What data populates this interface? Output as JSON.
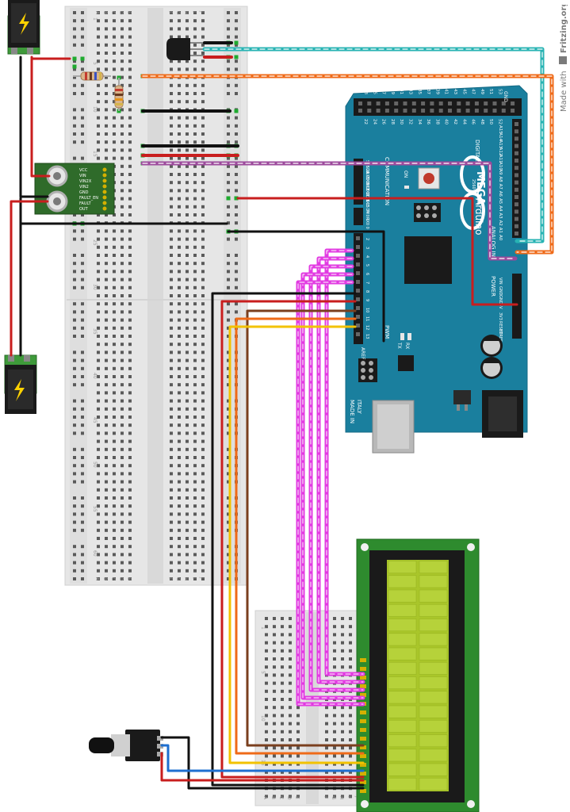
{
  "credit": {
    "prefix": "Made with",
    "brand": "Fritzing.org"
  },
  "arduino": {
    "brand": "Arduino",
    "model": "MEGA",
    "model_suffix": "2560",
    "made_in": "MADE IN",
    "made_country": "ITALY",
    "header_digital": "DIGITAL",
    "header_analog": "ANALOG IN",
    "header_power": "POWER",
    "header_pwm": "PWM",
    "header_communication": "COMMUNICATION",
    "on_label": "ON",
    "tx_label": "TX",
    "rx_label": "RX",
    "aref_label": "AREF",
    "gnd_label": "GND",
    "digital_top_numbers": [
      "22",
      "24",
      "26",
      "28",
      "30",
      "32",
      "34",
      "36",
      "38",
      "40",
      "42",
      "44",
      "46",
      "48",
      "50",
      "52"
    ],
    "digital_bottom_numbers": [
      "23",
      "25",
      "27",
      "29",
      "31",
      "33",
      "35",
      "37",
      "39",
      "41",
      "43",
      "45",
      "47",
      "49",
      "51",
      "53"
    ],
    "comm_labels": [
      "SCL 21",
      "SDA 20",
      "RX1 19",
      "TX1 18",
      "RX2 17",
      "TX2 16",
      "RX3 15",
      "TX3 14"
    ],
    "serial_labels": [
      "TX0 1",
      "RX0 0"
    ],
    "pwm_numbers": [
      "2",
      "3",
      "4",
      "5",
      "6",
      "7",
      "8",
      "9",
      "10",
      "11",
      "12",
      "13"
    ],
    "analog_labels": [
      "A15",
      "A14",
      "A13",
      "A12",
      "A11",
      "A10",
      "A9",
      "A8",
      "A7",
      "A6",
      "A5",
      "A4",
      "A3",
      "A2",
      "A1",
      "A0"
    ],
    "power_labels": [
      "VIN",
      "GND",
      "GND",
      "5V",
      "3V3",
      "RESET",
      "IOREF"
    ]
  },
  "breadboard_main": {
    "row_letters": [
      "A",
      "B",
      "C",
      "D",
      "E",
      "F",
      "G",
      "H",
      "I",
      "J"
    ],
    "row_numbers": [
      "1",
      "5",
      "10",
      "15",
      "20",
      "25",
      "30",
      "35",
      "40",
      "45",
      "50",
      "55",
      "60"
    ]
  },
  "breadboard_small": {
    "row_letters": [
      "A",
      "B",
      "C",
      "D",
      "E",
      "F",
      "G",
      "H",
      "I",
      "J"
    ],
    "row_numbers": [
      "1",
      "5",
      "10",
      "15"
    ]
  },
  "driver_board": {
    "pin_labels": [
      "VCC",
      "VIN",
      "VIN2X",
      "VIN2",
      "GND",
      "FAULT_EN",
      "FAULT",
      "OUT"
    ]
  },
  "lcd": {
    "columns": 16,
    "rows": 2
  }
}
